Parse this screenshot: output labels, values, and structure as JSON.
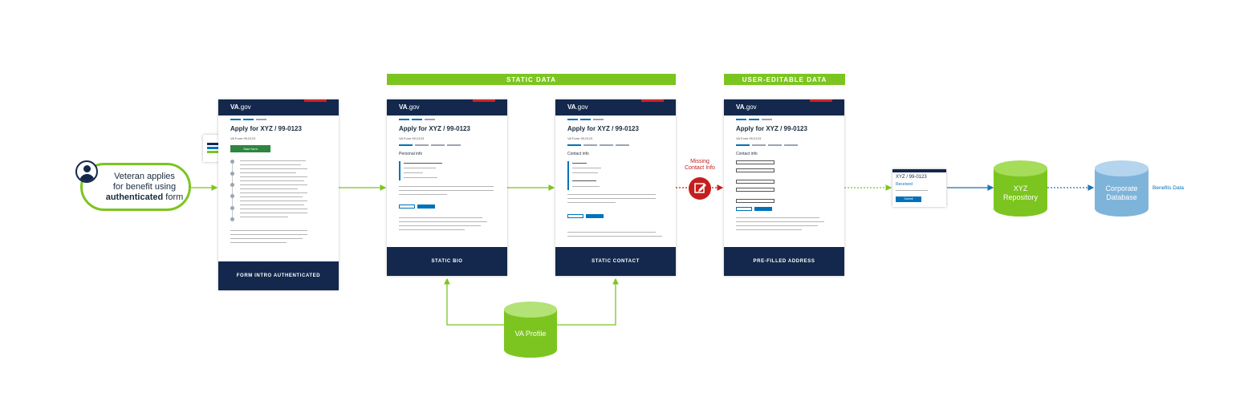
{
  "bands": {
    "static": "STATIC DATA",
    "user_editable": "USER-EDITABLE DATA"
  },
  "actor": {
    "line1": "Veteran applies",
    "line2": "for benefit using",
    "emphasis": "authenticated",
    "suffix": " form"
  },
  "screen_common": {
    "logo_main": "VA",
    "logo_sub": ".gov",
    "title": "Apply for XYZ / 99-0123",
    "subtitle": "VA Form 99-0123"
  },
  "screens": [
    {
      "caption": "FORM INTRO AUTHENTICATED",
      "button": "Start form"
    },
    {
      "caption": "STATIC BIO",
      "section": "Personal info"
    },
    {
      "caption": "STATIC CONTACT",
      "section": "Contact info"
    },
    {
      "caption": "PRE-FILLED ADDRESS",
      "section": "Contact info"
    }
  ],
  "missing": {
    "line1": "Missing",
    "line2": "Contact Info"
  },
  "confirmation": {
    "title": "XYZ / 99-0123",
    "status": "Received",
    "button": "Submit"
  },
  "databases": {
    "va_profile": "VA Profile",
    "repository_line1": "XYZ",
    "repository_line2": "Repository",
    "corporate_line1": "Corporate",
    "corporate_line2": "Database"
  },
  "benefits_label": "Benefits Data",
  "colors": {
    "navy": "#13284c",
    "green": "#7cc520",
    "blue": "#0071bb",
    "red": "#c41e1e",
    "db_blue": "#7fb4da"
  }
}
